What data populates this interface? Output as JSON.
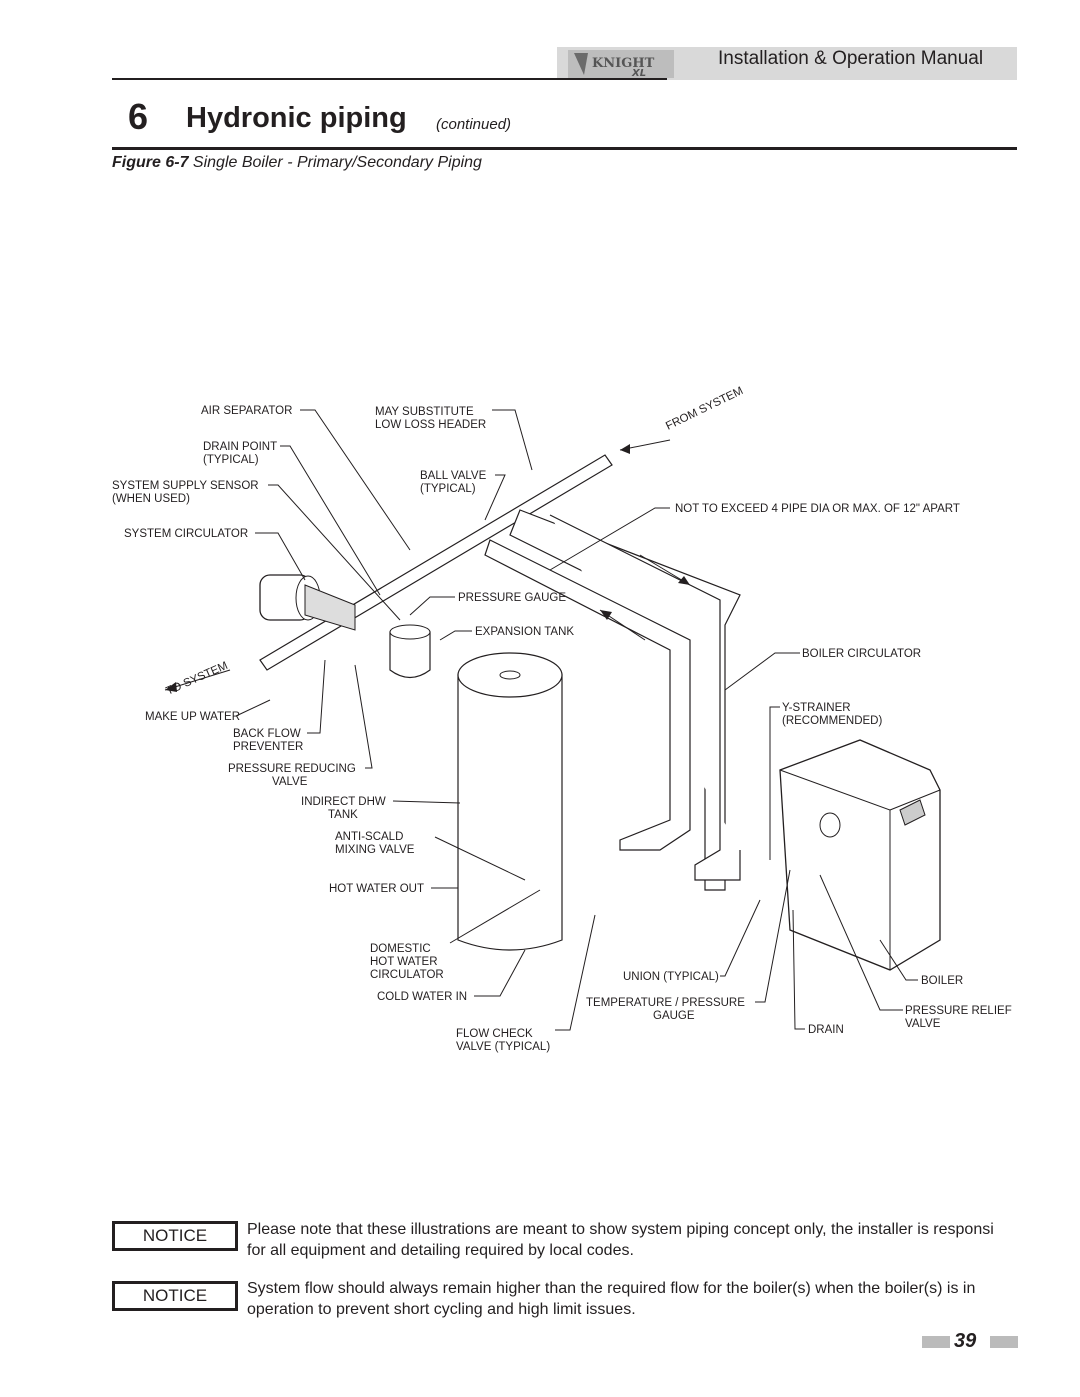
{
  "header": {
    "manual_title": "Installation & Operation Manual",
    "logo_text": "Knight XL"
  },
  "section": {
    "number": "6",
    "title": "Hydronic piping",
    "continued": "(continued)"
  },
  "figure": {
    "number": "Figure 6-7",
    "caption": "Single Boiler - Primary/Secondary Piping"
  },
  "diagram_labels": {
    "air_separator": "AIR SEPARATOR",
    "may_substitute_1": "MAY SUBSTITUTE",
    "may_substitute_2": "LOW LOSS HEADER",
    "from_system": "FROM SYSTEM",
    "drain_point_1": "DRAIN POINT",
    "drain_point_2": "(TYPICAL)",
    "ball_valve_1": "BALL VALVE",
    "ball_valve_2": "(TYPICAL)",
    "supply_sensor_1": "SYSTEM SUPPLY SENSOR",
    "supply_sensor_2": "(WHEN USED)",
    "not_exceed": "NOT TO EXCEED 4  PIPE DIA OR MAX. OF 12\" APART",
    "system_circulator": "SYSTEM CIRCULATOR",
    "pressure_gauge": "PRESSURE GAUGE",
    "expansion_tank": "EXPANSION TANK",
    "boiler_circulator": "BOILER CIRCULATOR",
    "to_system": "TO SYSTEM",
    "make_up_water": "MAKE UP WATER",
    "y_strainer_1": "Y-STRAINER",
    "y_strainer_2": "(RECOMMENDED)",
    "back_flow_1": "BACK FLOW",
    "back_flow_2": "PREVENTER",
    "pressure_reducing_1": "PRESSURE REDUCING",
    "pressure_reducing_2": "VALVE",
    "indirect_dhw_1": "INDIRECT DHW",
    "indirect_dhw_2": "TANK",
    "anti_scald_1": "ANTI-SCALD",
    "anti_scald_2": "MIXING VALVE",
    "hot_water_out": "HOT WATER OUT",
    "domestic_1": "DOMESTIC",
    "domestic_2": "HOT WATER",
    "domestic_3": "CIRCULATOR",
    "union": "UNION (TYPICAL)",
    "boiler": "BOILER",
    "cold_water_in": "COLD WATER IN",
    "temp_pressure_1": "TEMPERATURE / PRESSURE",
    "temp_pressure_2": "GAUGE",
    "pressure_relief_1": "PRESSURE RELIEF",
    "pressure_relief_2": "VALVE",
    "drain": "DRAIN",
    "flow_check_1": "FLOW CHECK",
    "flow_check_2": "VALVE (TYPICAL)"
  },
  "notices": [
    {
      "label": "NOTICE",
      "line1": "Please note that these illustrations are meant to show system piping concept only, the installer is responsi",
      "line2": "for all equipment and detailing required by local codes."
    },
    {
      "label": "NOTICE",
      "line1": "System flow should always remain higher than the required flow for the boiler(s) when the boiler(s) is in",
      "line2": "operation to prevent short cycling and high limit issues."
    }
  ],
  "footer": {
    "page_number": "39"
  }
}
